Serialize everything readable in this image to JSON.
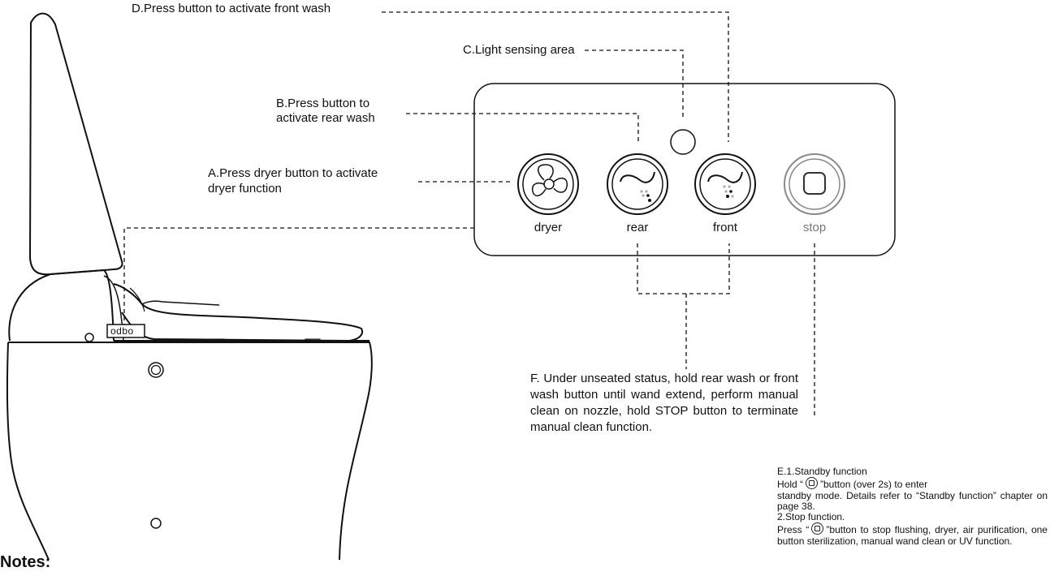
{
  "labels": {
    "a_line1": "A.Press dryer button to activate",
    "a_line2": "dryer function",
    "b_line1": "B.Press button to",
    "b_line2": "activate rear wash",
    "c": "C.Light sensing area",
    "d": "D.Press button to activate front wash"
  },
  "buttons": {
    "dryer": "dryer",
    "rear": "rear",
    "front": "front",
    "stop": "stop"
  },
  "panel_badge": "odbo",
  "note_f": "F. Under unseated status, hold rear wash or front wash button until wand extend, perform manual clean on nozzle, hold STOP button to terminate manual clean function.",
  "note_e": {
    "title": "E.1.Standby function",
    "line1_pre": "Hold “",
    "line1_post": "”button (over 2s) to enter",
    "line2": "standby mode. Details refer to “Standby function” chapter on page 38.",
    "title2": "2.Stop function.",
    "line3_pre": "Press “",
    "line3_post": "”button to stop flushing, dryer, air purification, one button sterilization, manual wand clean or UV function."
  },
  "notes_title": "Notes:",
  "colors": {
    "line": "#111111",
    "stop_gray": "#777777"
  }
}
